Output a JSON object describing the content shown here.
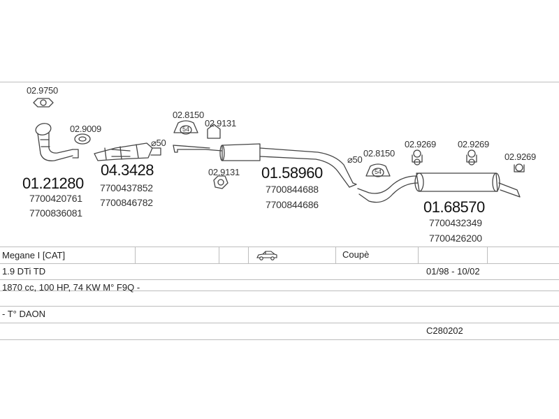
{
  "parts": {
    "p1": {
      "ref": "02.9750"
    },
    "p2": {
      "ref": "02.9009"
    },
    "p3": {
      "ref": "01.21280",
      "oe": [
        "7700420761",
        "7700836081"
      ]
    },
    "p4": {
      "ref": "04.3428",
      "oe": [
        "7700437852",
        "7700846782"
      ]
    },
    "p5": {
      "ref": "02.8150"
    },
    "p6": {
      "ref": "02.9131"
    },
    "p7": {
      "ref": "02.9131"
    },
    "p8": {
      "ref": "01.58960",
      "oe": [
        "7700844688",
        "7700844686"
      ]
    },
    "p9": {
      "ref": "02.8150"
    },
    "p10": {
      "ref": "02.9269"
    },
    "p11": {
      "ref": "02.9269"
    },
    "p12": {
      "ref": "02.9269"
    },
    "p13": {
      "ref": "01.68570",
      "oe": [
        "7700432349",
        "7700426200"
      ]
    }
  },
  "diameters": {
    "d1": "⌀50",
    "d2": "⌀50"
  },
  "clamp_labels": {
    "c1": "54",
    "c2": "54"
  },
  "info": {
    "model": "Megane I [CAT]",
    "body": "Coupè",
    "car_icon": "car-icon",
    "engine": "1.9 DTi TD",
    "dates": "01/98 - 10/02",
    "specs": "1870 cc, 100 HP, 74 KW M° F9Q -",
    "note": "- T° DAON",
    "code": "C280202"
  },
  "colors": {
    "line": "#bdbdbd",
    "drawing": "#444444",
    "text": "#222222"
  }
}
